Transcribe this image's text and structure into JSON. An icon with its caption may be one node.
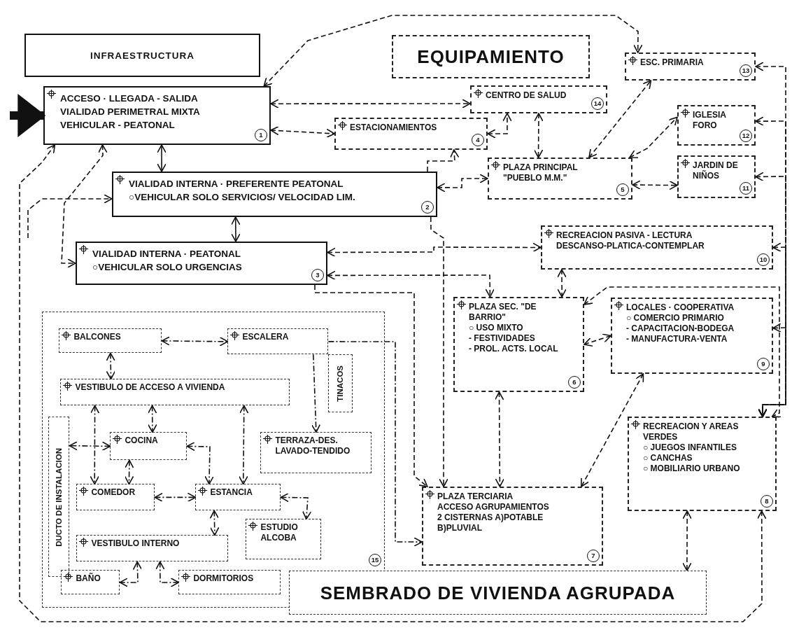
{
  "diagram": {
    "nodes": [
      {
        "text": [
          "INFRAESTRUCTURA"
        ]
      },
      {
        "text": [
          "ACCESO · LLEGADA - SALIDA",
          "VIALIDAD PERIMETRAL MIXTA",
          "VEHICULAR - PEATONAL",
          "1"
        ]
      },
      {
        "text": [
          "EQUIPAMIENTO"
        ]
      },
      {
        "text": [
          "CENTRO DE SALUD",
          "14"
        ]
      },
      {
        "text": [
          "ESTACIONAMIENTOS",
          "4"
        ]
      },
      {
        "text": [
          "ESC. PRIMARIA",
          "13"
        ]
      },
      {
        "text": [
          "IGLESIA",
          "FORO",
          "12"
        ]
      },
      {
        "text": [
          "PLAZA PRINCIPAL",
          "\"PUEBLO M.M.\"",
          "5"
        ]
      },
      {
        "text": [
          "JARDIN DE NIÑOS",
          "11"
        ]
      },
      {
        "text": [
          "VIALIDAD INTERNA · PREFERENTE PEATONAL",
          "○VEHICULAR SOLO SERVICIOS/ VELOCIDAD LIM.",
          "2"
        ]
      },
      {
        "text": [
          "VIALIDAD INTERNA · PEATONAL",
          "○VEHICULAR SOLO URGENCIAS",
          "3"
        ]
      },
      {
        "text": [
          "RECREACION PASIVA - LECTURA",
          "DESCANSO-PLATICA-CONTEMPLAR",
          "10"
        ]
      },
      {
        "text": [
          "PLAZA SEC. \"DE BARRIO\"",
          "○ USO MIXTO",
          "- FESTIVIDADES",
          "- PROL. ACTS. LOCAL",
          "6"
        ]
      },
      {
        "text": [
          "LOCALES · COOPERATIVA",
          "○ COMERCIO PRIMARIO",
          "- CAPACITACION-BODEGA",
          "- MANUFACTURA-VENTA",
          "9"
        ]
      },
      {
        "text": [
          "15"
        ]
      },
      {
        "text": [
          "BALCONES"
        ],
        "in": 14
      },
      {
        "text": [
          "ESCALERA"
        ],
        "in": 14
      },
      {
        "text": [
          "TINACOS"
        ],
        "in": 14
      },
      {
        "text": [
          "VESTIBULO DE ACCESO A VIVIENDA"
        ],
        "in": 14
      },
      {
        "text": [
          "DUCTO DE INSTALACION"
        ],
        "in": 14
      },
      {
        "text": [
          "COCINA"
        ],
        "in": 14
      },
      {
        "text": [
          "TERRAZA-DES. LAVADO-TENDIDO"
        ],
        "in": 14
      },
      {
        "text": [
          "COMEDOR"
        ],
        "in": 14
      },
      {
        "text": [
          "ESTANCIA"
        ],
        "in": 14
      },
      {
        "text": [
          "ESTUDIO ALCOBA"
        ],
        "in": 14
      },
      {
        "text": [
          "VESTIBULO INTERNO"
        ],
        "in": 14
      },
      {
        "text": [
          "BAÑO"
        ],
        "in": 14
      },
      {
        "text": [
          "DORMITORIOS"
        ],
        "in": 14
      },
      {
        "text": [
          "SEMBRADO DE VIVIENDA AGRUPADA"
        ]
      },
      {
        "text": [
          "PLAZA TERCIARIA",
          "ACCESO AGRUPAMIENTOS",
          "2 CISTERNAS A)POTABLE B)PLUVIAL",
          "7"
        ]
      },
      {
        "text": [
          "RECREACION Y AREAS VERDES",
          "○ JUEGOS INFANTILES",
          "○ CANCHAS",
          "○ MOBILIARIO URBANO",
          "8"
        ]
      }
    ],
    "edges": [
      {
        "from": null,
        "to": 1,
        "arrow": "to",
        "style": "thick"
      },
      {
        "from": 1,
        "to": 4,
        "arrow": "both",
        "style": "dashed"
      },
      {
        "from": 1,
        "to": 3,
        "arrow": "both",
        "style": "dashed"
      },
      {
        "from": 1,
        "to": 5,
        "arrow": "both",
        "style": "dashed"
      },
      {
        "from": 1,
        "to": 9,
        "arrow": "both"
      },
      {
        "from": 9,
        "to": 10,
        "arrow": "both"
      },
      {
        "from": 4,
        "to": 3,
        "arrow": "both",
        "style": "dashed"
      },
      {
        "from": 3,
        "to": 7,
        "arrow": "both",
        "style": "dashed"
      },
      {
        "from": 9,
        "to": 4,
        "arrow": "to",
        "style": "dashed"
      },
      {
        "from": 9,
        "to": 7,
        "arrow": "both",
        "style": "dashed"
      },
      {
        "from": 7,
        "to": 5,
        "arrow": "both",
        "style": "dashed"
      },
      {
        "from": 7,
        "to": 6,
        "arrow": "both",
        "style": "dashed"
      },
      {
        "from": 7,
        "to": 8,
        "arrow": "both",
        "style": "dashed"
      },
      {
        "from": 5,
        "to": 30,
        "arrow": "both",
        "style": "dashed"
      },
      {
        "from": 6,
        "to": 30,
        "arrow": "both",
        "style": "dashed"
      },
      {
        "from": 8,
        "to": 30,
        "arrow": "both",
        "style": "dashed"
      },
      {
        "from": 11,
        "to": 30,
        "arrow": "both",
        "style": "dashed"
      },
      {
        "from": 13,
        "to": 30,
        "arrow": "both",
        "style": "dashed"
      },
      {
        "from": 30,
        "to": 1,
        "arrow": "both",
        "style": "dashed"
      },
      {
        "from": 1,
        "to": 10,
        "arrow": "both",
        "style": "dashed"
      },
      {
        "from": null,
        "to": 9,
        "arrow": "to",
        "style": "dashed"
      },
      {
        "from": 10,
        "to": 11,
        "arrow": "both",
        "style": "dashed"
      },
      {
        "from": 10,
        "to": 12,
        "arrow": "both",
        "style": "dashed"
      },
      {
        "from": 11,
        "to": 12,
        "arrow": "both",
        "style": "dashed"
      },
      {
        "from": 12,
        "to": 13,
        "arrow": "both",
        "style": "dashed"
      },
      {
        "from": 12,
        "to": 30,
        "arrow": "both",
        "style": "dashed"
      },
      {
        "from": 12,
        "to": 29,
        "arrow": "both",
        "style": "dashed"
      },
      {
        "from": 13,
        "to": 29,
        "arrow": "both",
        "style": "dashed"
      },
      {
        "from": 10,
        "to": 29,
        "arrow": "to",
        "style": "dashed"
      },
      {
        "from": 9,
        "to": 29,
        "arrow": "to",
        "style": "dashed"
      },
      {
        "from": 16,
        "to": 29,
        "arrow": "to",
        "style": "dashed"
      },
      {
        "from": 30,
        "to": 28,
        "arrow": "both",
        "style": "dashed"
      },
      {
        "from": 15,
        "to": 16,
        "arrow": "both",
        "style": "dashed"
      },
      {
        "from": 15,
        "to": 18,
        "arrow": "both",
        "style": "dashed"
      },
      {
        "from": 16,
        "to": 21,
        "arrow": "to",
        "style": "dashed"
      },
      {
        "from": 18,
        "to": 20,
        "arrow": "both",
        "style": "dashed"
      },
      {
        "from": 18,
        "to": 22,
        "arrow": "both",
        "style": "dashed"
      },
      {
        "from": 18,
        "to": 23,
        "arrow": "both",
        "style": "dashed"
      },
      {
        "from": 20,
        "to": 19,
        "arrow": "both",
        "style": "dashed"
      },
      {
        "from": 20,
        "to": 22,
        "arrow": "both",
        "style": "dashed"
      },
      {
        "from": 20,
        "to": 23,
        "arrow": "both",
        "style": "dashed"
      },
      {
        "from": 22,
        "to": 23,
        "arrow": "both",
        "style": "dashed"
      },
      {
        "from": 23,
        "to": 25,
        "arrow": "both",
        "style": "dashed"
      },
      {
        "from": 23,
        "to": 24,
        "arrow": "both",
        "style": "dashed"
      },
      {
        "from": 25,
        "to": 26,
        "arrow": "both",
        "style": "dashed"
      },
      {
        "from": 25,
        "to": 27,
        "arrow": "both",
        "style": "dashed"
      }
    ]
  }
}
